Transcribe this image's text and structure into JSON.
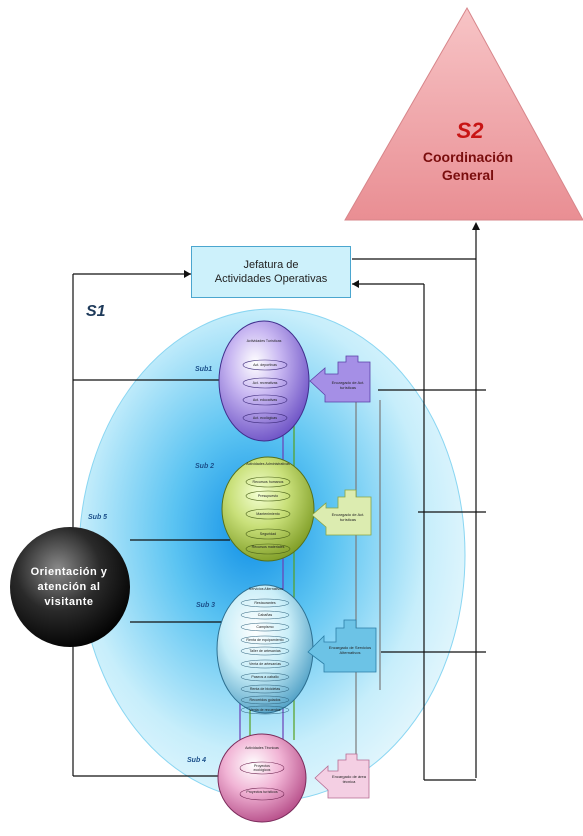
{
  "s2": {
    "code": "S2",
    "title_line1": "Coordinación",
    "title_line2": "General"
  },
  "jefatura": {
    "line1": "Jefatura de",
    "line2": "Actividades Operativas"
  },
  "s1": {
    "code": "S1"
  },
  "visitor": {
    "line1": "Orientación y",
    "line2": "atención al",
    "line3": "visitante"
  },
  "subsystems": [
    {
      "label": "Sub1",
      "title": "Actividades Turísticas",
      "items": [
        "Act. deportivas",
        "Act. recreativas",
        "Act. educativas",
        "Act. ecológicas"
      ],
      "manager": "Encargado de Act. turísticas"
    },
    {
      "label": "Sub 2",
      "title": "Actividades Administrativas",
      "items": [
        "Recursos humanos",
        "Presupuesto",
        "Mantenimiento",
        "Seguridad",
        "Recursos materiales"
      ],
      "manager": "Encargado de Act. turísticas"
    },
    {
      "label": "Sub 3",
      "title": "Servicios Alternativos",
      "items": [
        "Restaurantes",
        "Cabañas",
        "Campismo",
        "Renta de equipamiento",
        "Taller de artesanías",
        "Venta de artesanías",
        "Paseos a caballo",
        "Renta de bicicletas",
        "Recorridos guiados",
        "Venta de recuerdos"
      ],
      "manager": "Encargado de Servicios Alternativos"
    },
    {
      "label": "Sub 4",
      "title": "Actividades Técnicas",
      "items": [
        "Proyectos ecológicos",
        "Proyectos turísticos"
      ],
      "manager": "Encargado de área técnica"
    }
  ],
  "sub5": {
    "label": "Sub 5"
  },
  "colors": {
    "s2_fill": "#f2a0a4",
    "jefatura_fill": "#cdf1fb",
    "field_fill": "#9ddff2",
    "field_core": "#1aa0e8"
  }
}
